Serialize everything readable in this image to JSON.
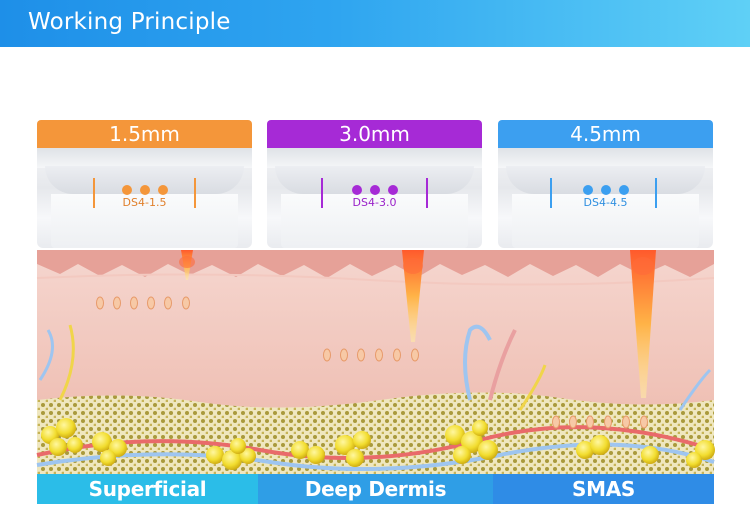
{
  "header": {
    "title": "Working Principle"
  },
  "cartridges": [
    {
      "depth": "1.5mm",
      "code": "DS4-1.5",
      "color": "#f4963a"
    },
    {
      "depth": "3.0mm",
      "code": "DS4-3.0",
      "color": "#a62ad6"
    },
    {
      "depth": "4.5mm",
      "code": "DS4-4.5",
      "color": "#3c9ff0"
    }
  ],
  "layers": [
    {
      "label": "Superficial",
      "color": "#2bbde8"
    },
    {
      "label": "Deep Dermis",
      "color": "#2f9ee6"
    },
    {
      "label": "SMAS",
      "color": "#2f8ce6"
    }
  ]
}
